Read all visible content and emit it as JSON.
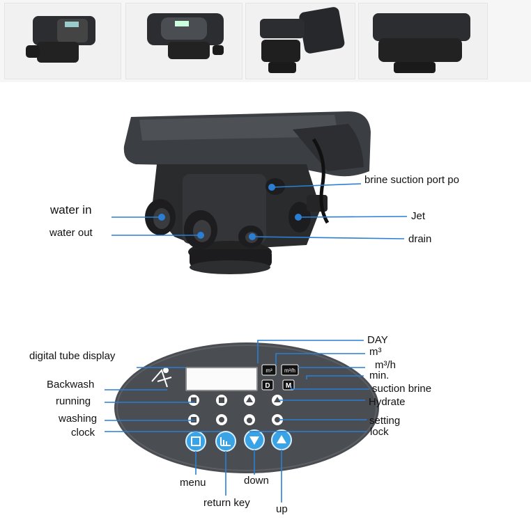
{
  "valve_labels": {
    "brine_port": "brine suction port  po",
    "water_in": "water in",
    "water_out": "water out",
    "jet": "Jet",
    "drain": "drain"
  },
  "panel_labels": {
    "digital_display": "digital tube display",
    "backwash": "Backwash",
    "running": "running",
    "washing": "washing",
    "clock": "clock",
    "day": "DAY",
    "m3": "m³",
    "m3h": "m³/h",
    "min": "min.",
    "suction_brine": "suction brine",
    "hydrate": "Hydrate",
    "setting": "setting",
    "lock": "lock",
    "menu": "menu",
    "return_key": "return key",
    "down": "down",
    "up": "up"
  },
  "indicators": {
    "m3": "m³",
    "m3h": "m³/h",
    "day": "D",
    "min": "M"
  },
  "colors": {
    "panel": "#4a4d52",
    "button_blue": "#3aa3e6",
    "leader": "#2a7fd4"
  }
}
